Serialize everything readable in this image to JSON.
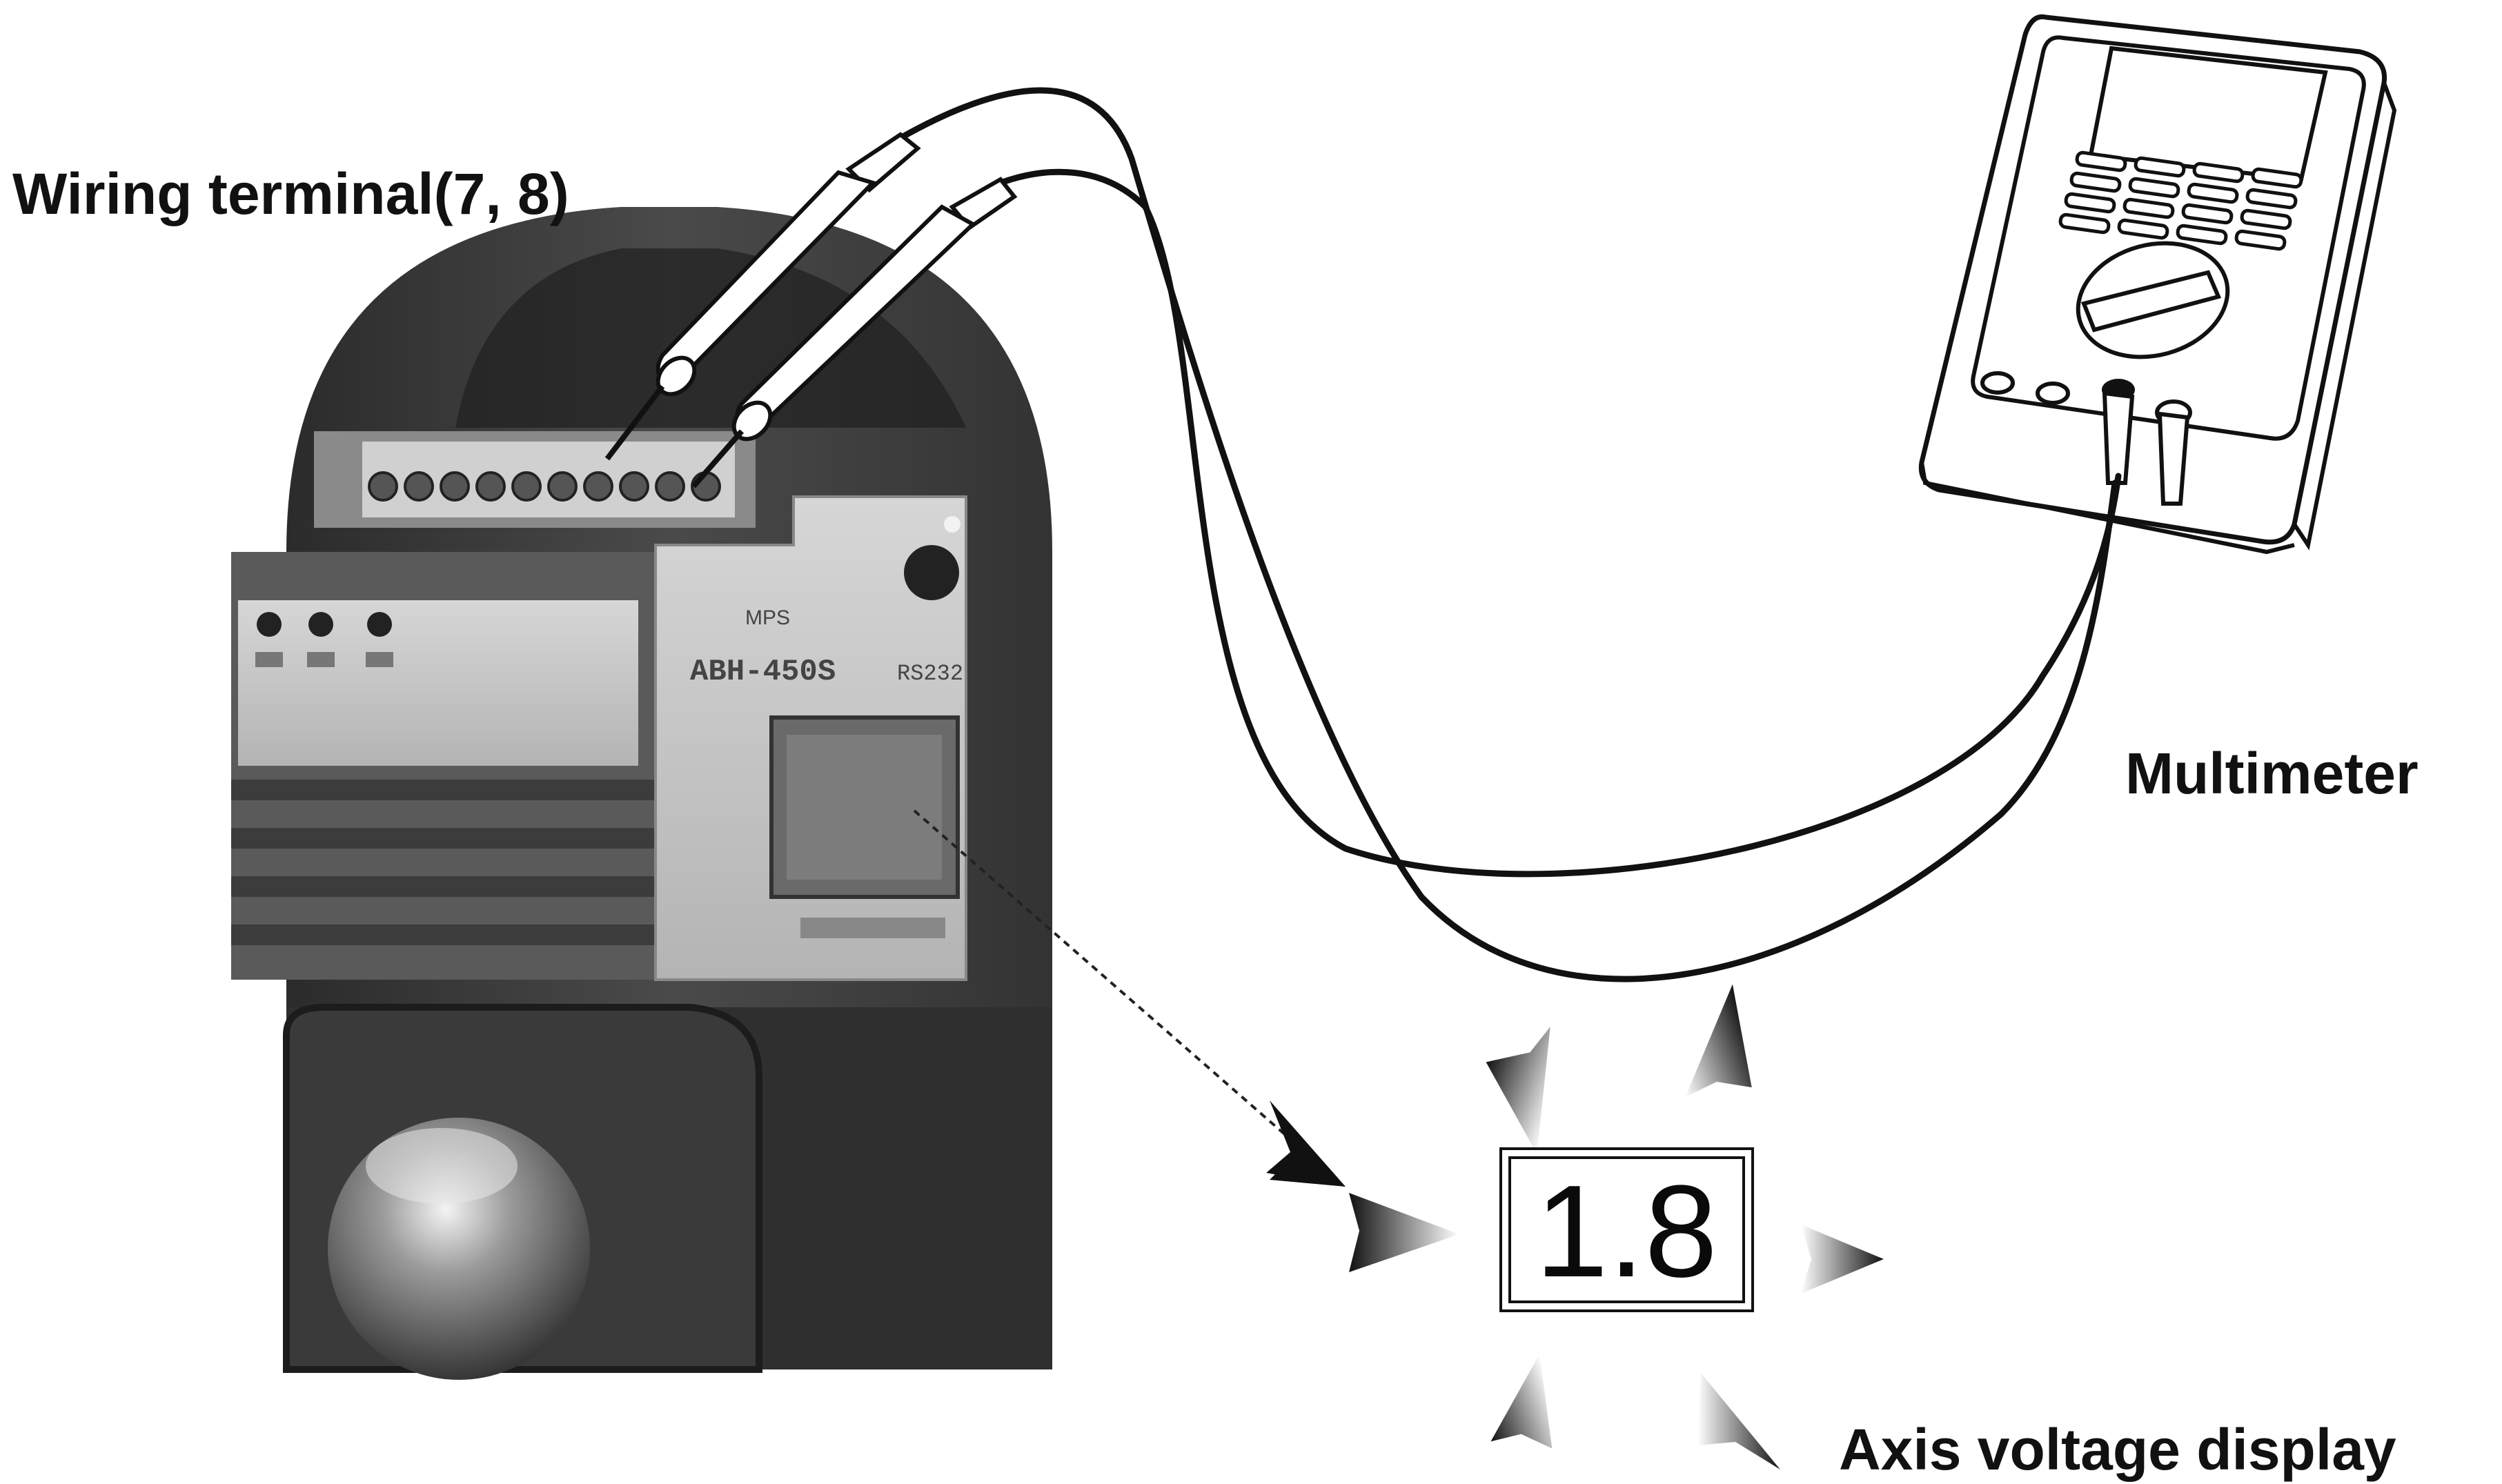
{
  "labels": {
    "wiring_terminal": "Wiring terminal(7, 8)",
    "multimeter": "Multimeter",
    "axis_voltage_display": "Axis voltage display"
  },
  "display": {
    "reading": "1.8"
  },
  "device": {
    "model_text": "ABH-450S",
    "panel_text": "RS232"
  },
  "colors": {
    "ink": "#111111",
    "device_dark": "#3a3a3a",
    "device_panel": "#c8c8c8"
  },
  "icons": {
    "display_rays": "arrowhead-burst",
    "leader": "dashed-arrow-pointer"
  }
}
